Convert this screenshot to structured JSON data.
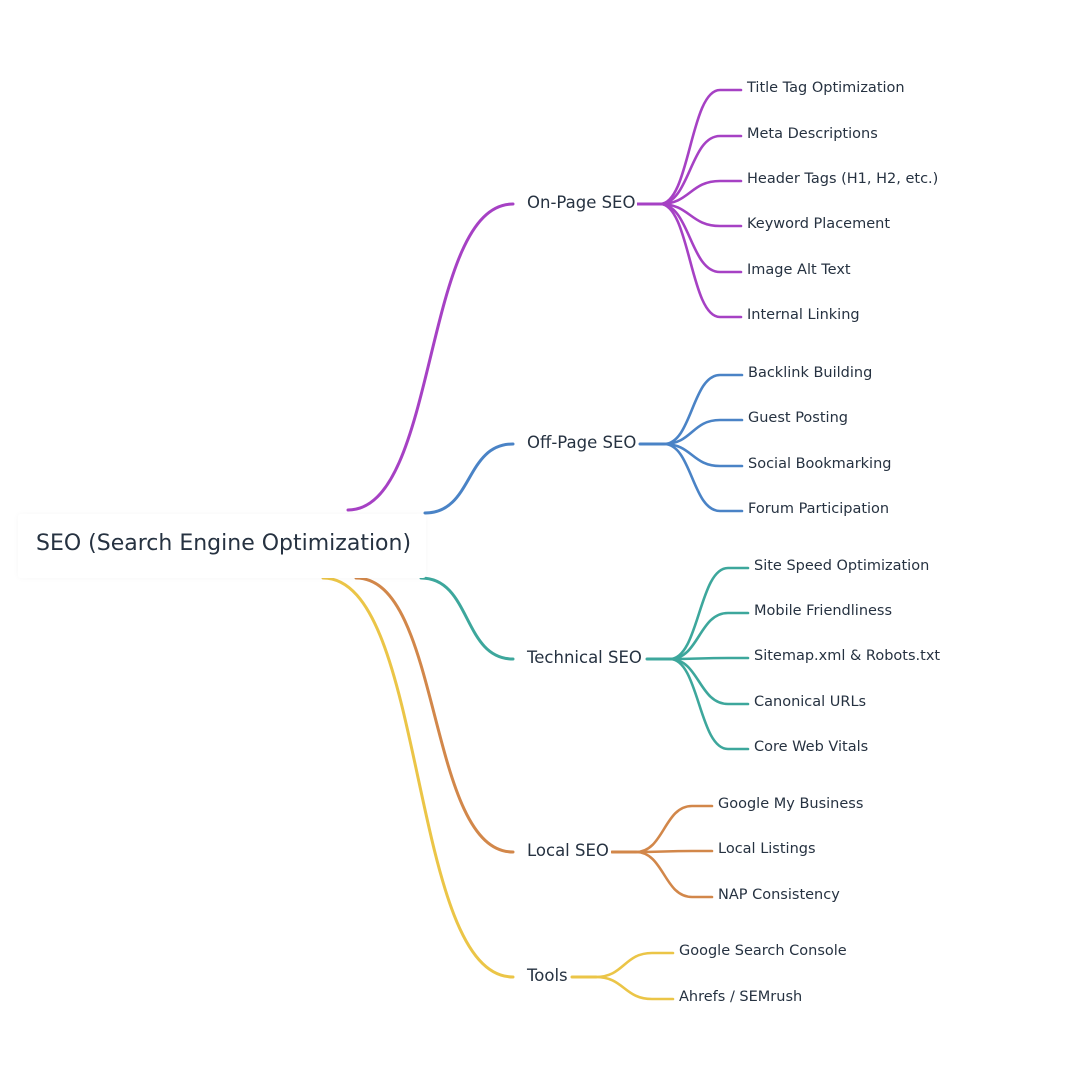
{
  "root": {
    "label": "SEO (Search Engine Optimization)"
  },
  "branches": [
    {
      "label": "On-Page SEO",
      "color": "#a641c4",
      "children": [
        "Title Tag Optimization",
        "Meta Descriptions",
        "Header Tags (H1, H2, etc.)",
        "Keyword Placement",
        "Image Alt Text",
        "Internal Linking"
      ]
    },
    {
      "label": "Off-Page SEO",
      "color": "#4a83c6",
      "children": [
        "Backlink Building",
        "Guest Posting",
        "Social Bookmarking",
        "Forum Participation"
      ]
    },
    {
      "label": "Technical SEO",
      "color": "#3da79c",
      "children": [
        "Site Speed Optimization",
        "Mobile Friendliness",
        "Sitemap.xml & Robots.txt",
        "Canonical URLs",
        "Core Web Vitals"
      ]
    },
    {
      "label": "Local SEO",
      "color": "#d2874a",
      "children": [
        "Google My Business",
        "Local Listings",
        "NAP Consistency"
      ]
    },
    {
      "label": "Tools",
      "color": "#ebc547",
      "children": [
        "Google Search Console",
        "Ahrefs / SEMrush"
      ]
    }
  ]
}
